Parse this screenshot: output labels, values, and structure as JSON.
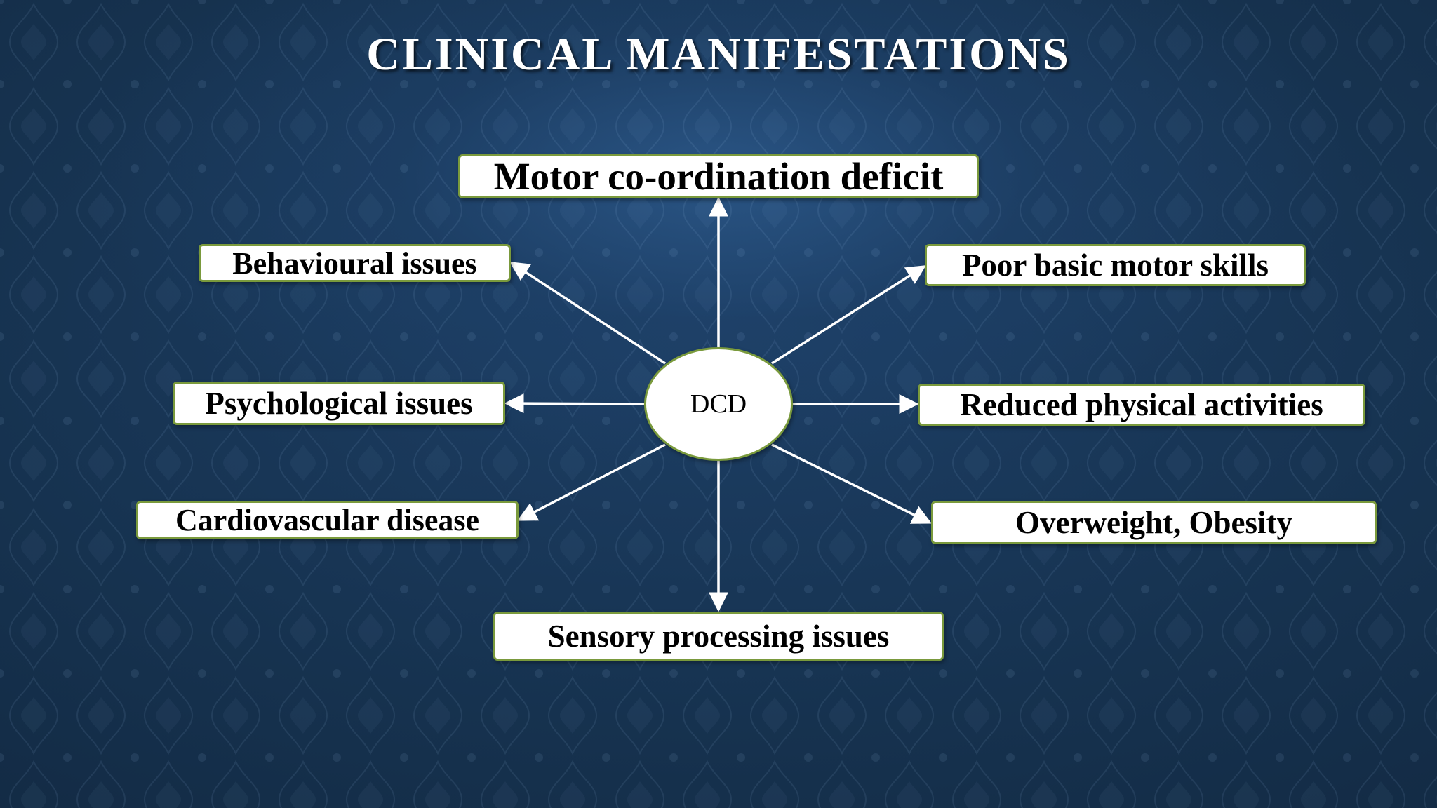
{
  "slide": {
    "title": "CLINICAL MANIFESTATIONS"
  },
  "diagram": {
    "hub_label": "DCD",
    "nodes": {
      "motor_coordination": "Motor co-ordination deficit",
      "behavioural": "Behavioural issues",
      "poor_motor_skills": "Poor basic motor skills",
      "psychological": "Psychological issues",
      "reduced_activity": "Reduced physical activities",
      "cardiovascular": "Cardiovascular disease",
      "overweight": "Overweight, Obesity",
      "sensory": "Sensory processing issues"
    }
  },
  "colors": {
    "box_border": "#7a9a3c",
    "connector": "#ffffff",
    "title_text": "#ffffff"
  }
}
